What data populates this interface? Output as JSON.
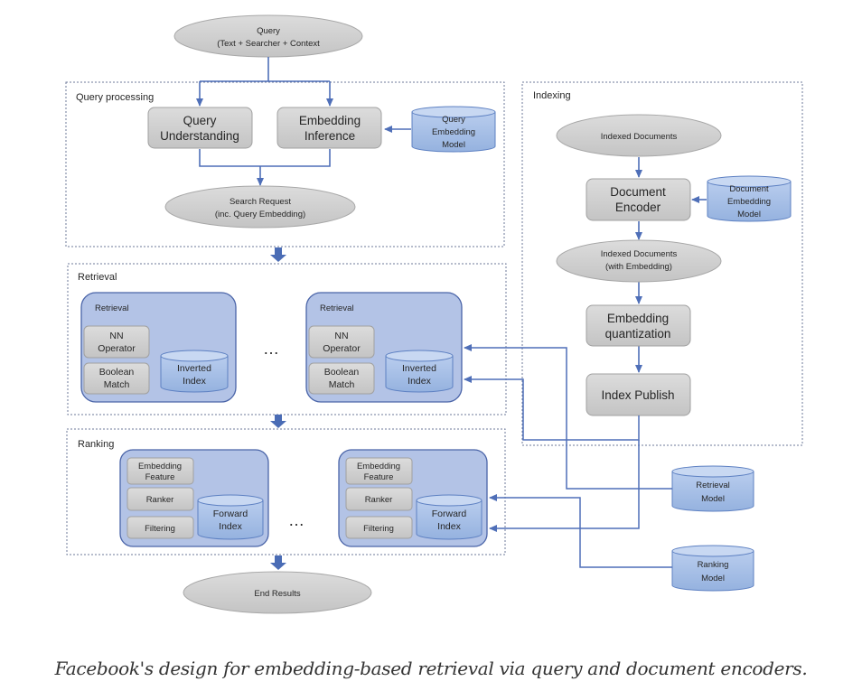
{
  "diagram": {
    "query": {
      "line1": "Query",
      "line2": "(Text + Searcher + Context"
    },
    "query_processing": {
      "label": "Query processing",
      "query_understanding": {
        "line1": "Query",
        "line2": "Understanding"
      },
      "embedding_inference": {
        "line1": "Embedding",
        "line2": "Inference"
      },
      "query_embedding_model": {
        "line1": "Query",
        "line2": "Embedding",
        "line3": "Model"
      },
      "search_request": {
        "line1": "Search Request",
        "line2": "(inc. Query Embedding)"
      }
    },
    "retrieval": {
      "label": "Retrieval",
      "ellipsis": "…",
      "nodes": [
        {
          "title": "Retrieval",
          "nn_operator": {
            "line1": "NN",
            "line2": "Operator"
          },
          "boolean_match": {
            "line1": "Boolean",
            "line2": "Match"
          },
          "inverted_index": {
            "line1": "Inverted",
            "line2": "Index"
          }
        },
        {
          "title": "Retrieval",
          "nn_operator": {
            "line1": "NN",
            "line2": "Operator"
          },
          "boolean_match": {
            "line1": "Boolean",
            "line2": "Match"
          },
          "inverted_index": {
            "line1": "Inverted",
            "line2": "Index"
          }
        }
      ]
    },
    "ranking": {
      "label": "Ranking",
      "ellipsis": "…",
      "nodes": [
        {
          "embedding_feature": {
            "line1": "Embedding",
            "line2": "Feature"
          },
          "ranker": "Ranker",
          "filtering": "Filtering",
          "forward_index": {
            "line1": "Forward",
            "line2": "Index"
          }
        },
        {
          "embedding_feature": {
            "line1": "Embedding",
            "line2": "Feature"
          },
          "ranker": "Ranker",
          "filtering": "Filtering",
          "forward_index": {
            "line1": "Forward",
            "line2": "Index"
          }
        }
      ]
    },
    "end_results": "End Results",
    "indexing": {
      "label": "Indexing",
      "indexed_documents": "Indexed Documents",
      "document_encoder": {
        "line1": "Document",
        "line2": "Encoder"
      },
      "document_embedding_model": {
        "line1": "Document",
        "line2": "Embedding",
        "line3": "Model"
      },
      "indexed_documents_with_embedding": {
        "line1": "Indexed Documents",
        "line2": "(with Embedding)"
      },
      "embedding_quantization": {
        "line1": "Embedding",
        "line2": "quantization"
      },
      "index_publish": "Index Publish"
    },
    "retrieval_model": {
      "line1": "Retrieval",
      "line2": "Model"
    },
    "ranking_model": {
      "line1": "Ranking",
      "line2": "Model"
    }
  },
  "caption": "Facebook's design for embedding-based retrieval via query and document encoders.",
  "colors": {
    "connector": "#4f6fb8",
    "gray_fill": "#cfcfcf",
    "blue_fill": "#aebfe3",
    "cylinder_fill": "#a6c0e6"
  }
}
